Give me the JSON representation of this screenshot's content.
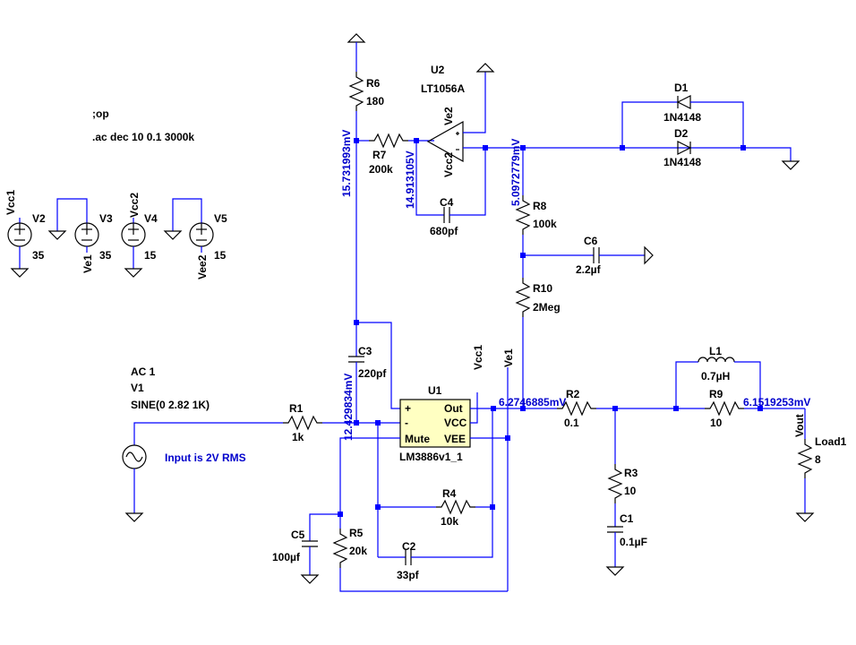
{
  "directives": {
    "op": ";op",
    "ac": ".ac dec 10 0.1 3000k"
  },
  "sources": {
    "v1": {
      "name": "V1",
      "ac": "AC 1",
      "value": "SINE(0 2.82 1K)"
    },
    "v2": {
      "name": "V2",
      "value": "35",
      "net": "Vcc1"
    },
    "v3": {
      "name": "V3",
      "value": "35",
      "net": "Ve1"
    },
    "v4": {
      "name": "V4",
      "value": "15",
      "net": "Vcc2"
    },
    "v5": {
      "name": "V5",
      "value": "15",
      "net": "Vee2"
    }
  },
  "components": {
    "r1": {
      "name": "R1",
      "value": "1k"
    },
    "r2": {
      "name": "R2",
      "value": "0.1"
    },
    "r3": {
      "name": "R3",
      "value": "10"
    },
    "r4": {
      "name": "R4",
      "value": "10k"
    },
    "r5": {
      "name": "R5",
      "value": "20k"
    },
    "r6": {
      "name": "R6",
      "value": "180"
    },
    "r7": {
      "name": "R7",
      "value": "200k"
    },
    "r8": {
      "name": "R8",
      "value": "100k"
    },
    "r9": {
      "name": "R9",
      "value": "10"
    },
    "r10": {
      "name": "R10",
      "value": "2Meg"
    },
    "c1": {
      "name": "C1",
      "value": "0.1µF"
    },
    "c2": {
      "name": "C2",
      "value": "33pf"
    },
    "c3": {
      "name": "C3",
      "value": "220pf"
    },
    "c4": {
      "name": "C4",
      "value": "680pf"
    },
    "c5": {
      "name": "C5",
      "value": "100µf"
    },
    "c6": {
      "name": "C6",
      "value": "2.2µf"
    },
    "l1": {
      "name": "L1",
      "value": "0.7µH"
    },
    "d1": {
      "name": "D1",
      "value": "1N4148"
    },
    "d2": {
      "name": "D2",
      "value": "1N4148"
    },
    "u1": {
      "name": "U1",
      "value": "LM3886v1_1",
      "pins": {
        "plus": "+",
        "minus": "-",
        "mute": "Mute",
        "out": "Out",
        "vcc": "VCC",
        "vee": "VEE"
      }
    },
    "u2": {
      "name": "U2",
      "value": "LT1056A",
      "pins": {
        "ve": "Ve2",
        "vcc": "Vcc2"
      }
    },
    "load": {
      "name": "Load1",
      "value": "8"
    }
  },
  "nets": {
    "vcc1": "Vcc1",
    "ve1": "Ve1",
    "vout": "Vout",
    "n_r6": "15.731993mV",
    "n_u2in": "14.913105V",
    "n_u2out": "5.0972779mV",
    "n_u1in": "12.429834mV",
    "n_u1out": "6.2746885mV",
    "n_out": "6.1519253mV"
  },
  "notes": {
    "input": "Input is 2V RMS"
  },
  "colors": {
    "wire": "#0000ff",
    "part": "#000000",
    "ic_fill": "#ffffc2",
    "net_label": "#0000cc"
  }
}
